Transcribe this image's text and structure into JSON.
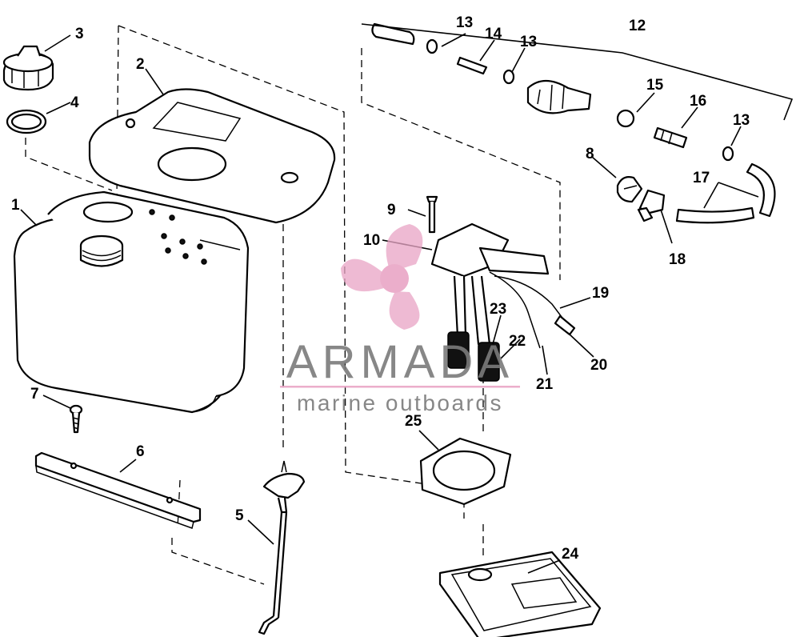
{
  "callouts": {
    "n1": "1",
    "n2": "2",
    "n3": "3",
    "n4": "4",
    "n5": "5",
    "n6": "6",
    "n7": "7",
    "n8": "8",
    "n9": "9",
    "n10": "10",
    "n12": "12",
    "n13a": "13",
    "n13b": "13",
    "n13c": "13",
    "n14": "14",
    "n15": "15",
    "n16": "16",
    "n17": "17",
    "n18": "18",
    "n19": "19",
    "n20": "20",
    "n21": "21",
    "n22": "22",
    "n23": "23",
    "n24": "24",
    "n25": "25"
  },
  "watermark": {
    "brand": "ARMADA",
    "tagline": "marine outboards",
    "logo_color": "#e9a6c6",
    "text_color": "#7b7b7b",
    "rule_color": "#e9a6c6"
  }
}
